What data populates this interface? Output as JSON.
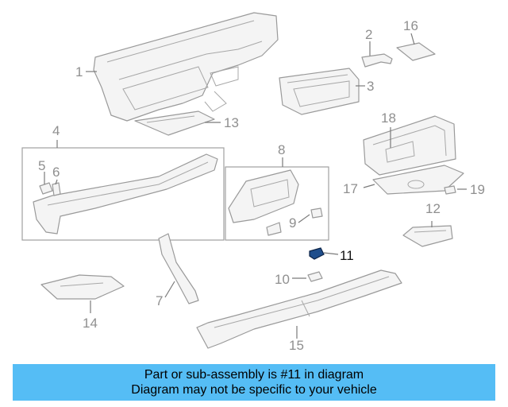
{
  "callouts": {
    "n1": "1",
    "n2": "2",
    "n3": "3",
    "n4": "4",
    "n5": "5",
    "n6": "6",
    "n7": "7",
    "n8": "8",
    "n9": "9",
    "n10": "10",
    "n11": "11",
    "n12": "12",
    "n13": "13",
    "n14": "14",
    "n15": "15",
    "n16": "16",
    "n17": "17",
    "n18": "18",
    "n19": "19"
  },
  "highlighted_part": "11",
  "banner": {
    "line1": "Part or sub-assembly is #11 in diagram",
    "line2": "Diagram may not be specific to your vehicle",
    "color": "#55bdf5"
  },
  "colors": {
    "highlight_part": "#1f4e8c",
    "outline": "#9a9a9a"
  }
}
